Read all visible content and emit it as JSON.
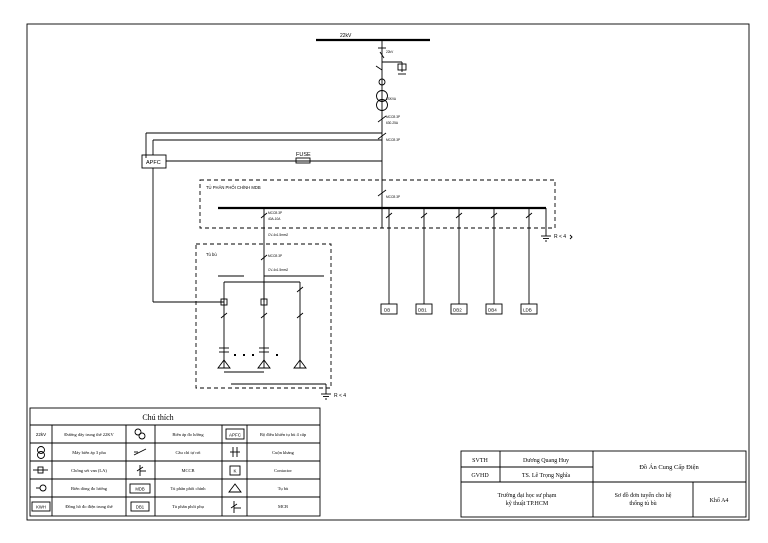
{
  "diagram": {
    "grid_voltage": "22kV",
    "apfc_label": "APFC",
    "fuse_label": "FUSE",
    "main_panel_title": "TỦ PHÂN PHỐI CHÍNH MDB",
    "cap_panel_title": "Tủ bù",
    "ground_label": "R < 4",
    "feeders": [
      "DB",
      "DB1",
      "DB2",
      "DB4",
      "LDB"
    ],
    "tiny_labels": [
      "22kV",
      "MCCB 3P",
      "1SKVA",
      "MCCB 3P",
      "630-25A",
      "MCCB 3P",
      "MCCB 3P",
      "MCCB 3P",
      "40A-10A",
      "CV-4x1.5mm2"
    ]
  },
  "legend": {
    "title": "Chú thích",
    "rows": [
      [
        "22kV",
        "Đường dây trung thế 22KV",
        "",
        "Biến áp đo lường",
        "APFC",
        "Bộ điều khiển tụ bù 4 cấp"
      ],
      [
        "",
        "Máy biến áp 3 pha",
        "",
        "Cầu chì tự rơi",
        "",
        "Cuộn kháng"
      ],
      [
        "",
        "Chống sét van (LA)",
        "",
        "MCCB",
        "K",
        "Contactor"
      ],
      [
        "",
        "Biến dòng đo lường",
        "MDB",
        "Tủ phân phối chính",
        "",
        "Tụ bù"
      ],
      [
        "KWH",
        "Đồng hồ đo điện trung thế",
        "DB1",
        "Tủ phân phối phụ",
        "",
        "MCB"
      ]
    ]
  },
  "title_block": {
    "svth_label": "SVTH",
    "svth_name": "Dương Quang Huy",
    "gvhd_label": "GVHD",
    "gvhd_name": "TS. Lê Trọng Nghĩa",
    "project": "Đồ Án Cung Cấp Điện",
    "school_line1": "Trường đại học sư phạm",
    "school_line2": "kỹ thuật TP.HCM",
    "drawing_line1": "Sơ đồ đơn tuyến cho hệ",
    "drawing_line2": "thống tủ bù",
    "size": "Khổ A4"
  }
}
